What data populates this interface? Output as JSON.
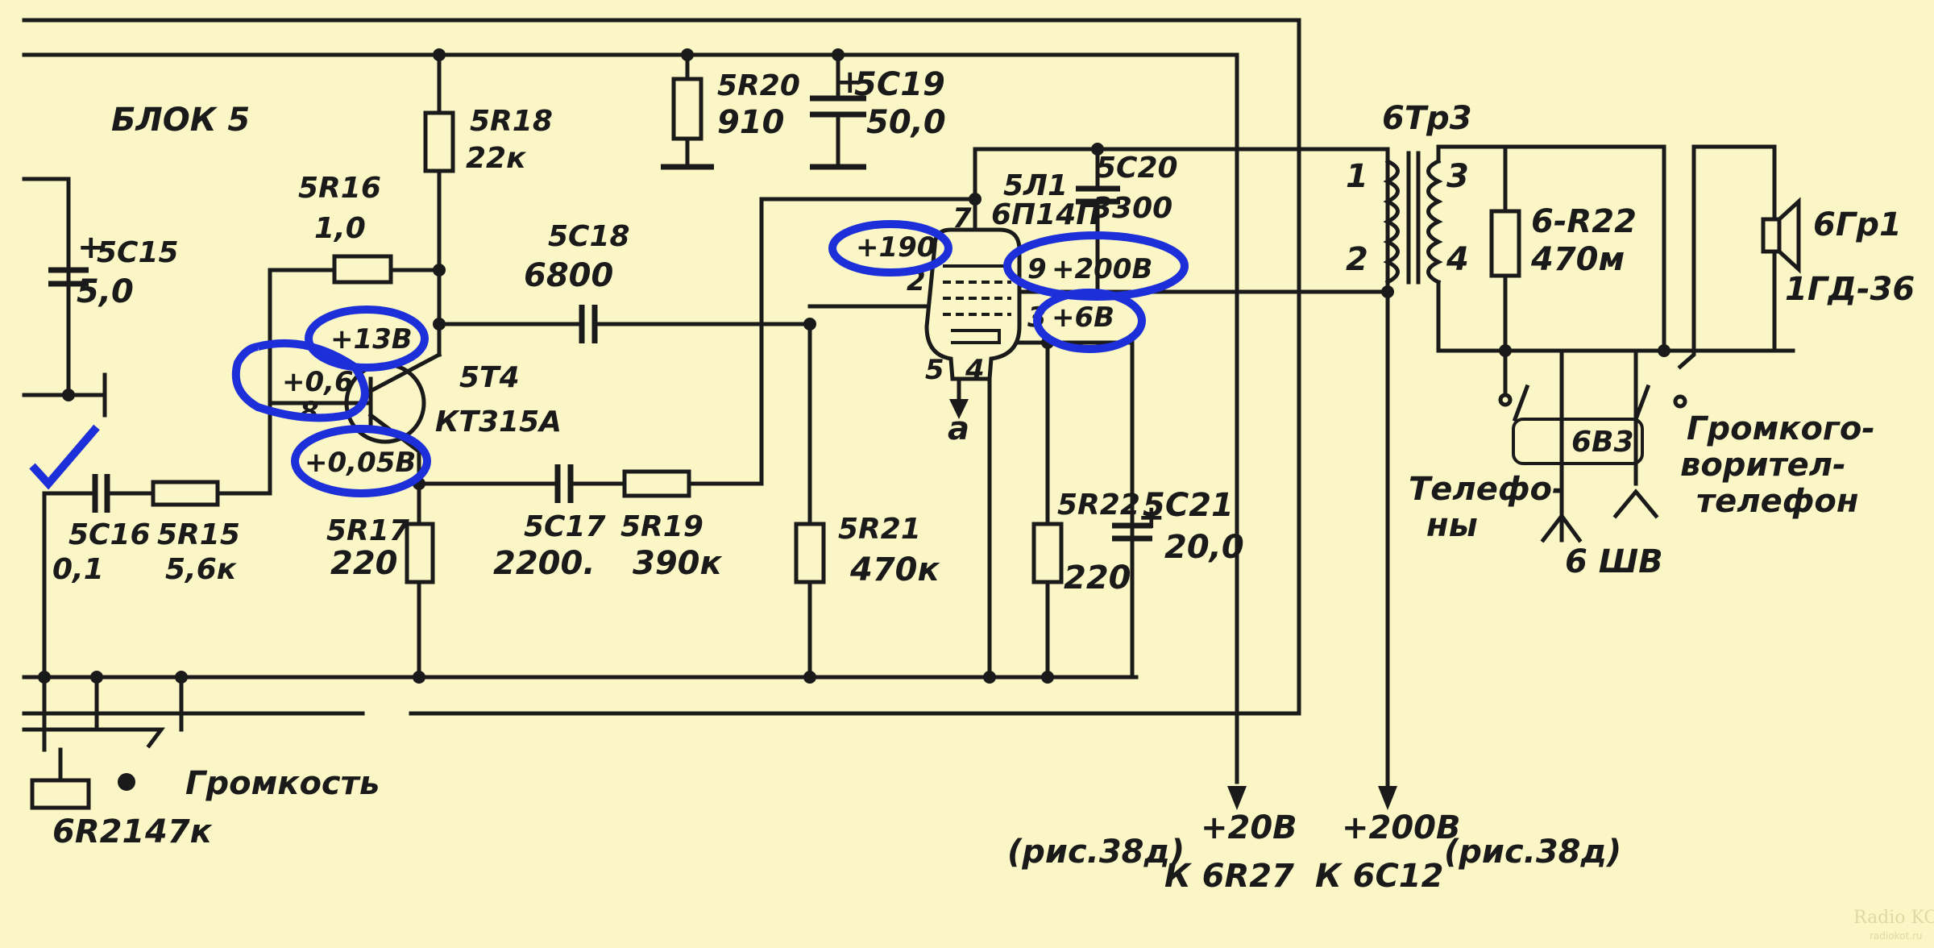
{
  "colors": {
    "background": "#faf6c6",
    "ink": "#1a1a1a",
    "annotation": "#1c2fd8"
  },
  "block_title": "БЛОК 5",
  "components": {
    "c15": {
      "ref": "5C15",
      "value": "5,0"
    },
    "c16": {
      "ref": "5C16",
      "value": "0,1"
    },
    "r15": {
      "ref": "5R15",
      "value": "5,6к"
    },
    "r16": {
      "ref": "5R16",
      "value": "1,0"
    },
    "r17": {
      "ref": "5R17",
      "value": "220"
    },
    "r18": {
      "ref": "5R18",
      "value": "22к"
    },
    "t4": {
      "ref": "5T4",
      "value": "КТ315А"
    },
    "c18": {
      "ref": "5C18",
      "value": "6800"
    },
    "c17": {
      "ref": "5C17",
      "value": "2200."
    },
    "r19": {
      "ref": "5R19",
      "value": "390к"
    },
    "r20": {
      "ref": "5R20",
      "value": "910"
    },
    "c19": {
      "ref": "5C19",
      "value": "50,0"
    },
    "l1": {
      "ref": "5Л1",
      "value": "6П14П"
    },
    "c20": {
      "ref": "5C20",
      "value": "3300"
    },
    "r21": {
      "ref": "5R21",
      "value": "470к"
    },
    "r22": {
      "ref": "5R22",
      "value": "220"
    },
    "c21": {
      "ref": "5C21",
      "value": "20,0"
    },
    "tr3": {
      "ref": "6Тр3"
    },
    "r22b": {
      "ref": "6-R22",
      "value": "470м"
    },
    "gr1": {
      "ref": "6Гр1",
      "value": "1ГД-36"
    },
    "vol": {
      "ref": "6R21",
      "value": "47к",
      "label": "Громкость"
    },
    "v3": {
      "ref": "6В3"
    },
    "shv": {
      "ref": "6 ШВ"
    }
  },
  "pins": {
    "tube": [
      "7",
      "2",
      "9",
      "3",
      "5",
      "4"
    ],
    "transformer": [
      "1",
      "2",
      "3",
      "4"
    ]
  },
  "switch_labels": {
    "phones": [
      "Телефо-",
      "ны"
    ],
    "loud": [
      "Громкого-",
      "ворител-",
      "телефон"
    ]
  },
  "tube_ground_label": "а",
  "voltages": {
    "transistor_c": "+13В",
    "transistor_b": "+0,6",
    "transistor_b_pin": "8",
    "transistor_e": "+0,05В",
    "tube_grid": "+190",
    "tube_plate": "+200В",
    "tube_cathode": "+6В"
  },
  "outputs": [
    {
      "ref_note": "(рис.38д)",
      "voltage": "+20В",
      "dest": "К 6R27"
    },
    {
      "ref_note": "(рис.38д)",
      "voltage": "+200В",
      "dest": "К 6С12"
    }
  ],
  "annotation_mark": "checkmark",
  "watermark": {
    "line1": "Radio KOT",
    "line2": "radiokot.ru"
  }
}
